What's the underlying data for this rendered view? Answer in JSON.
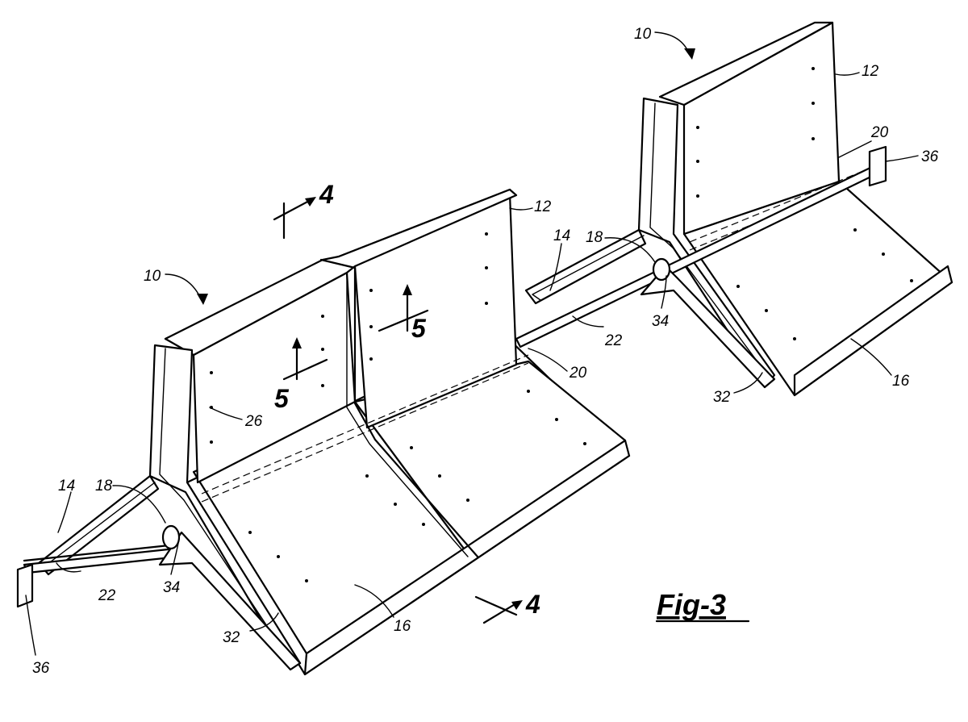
{
  "figure_label": "Fig-3",
  "section_markers": {
    "section_4_top": "4",
    "section_4_bottom": "4",
    "section_5_left": "5",
    "section_5_right": "5"
  },
  "reference_numerals": {
    "wall_assembly_left": "10",
    "wall_assembly_right": "10",
    "wall_panel_center": "12",
    "wall_panel_right": "12",
    "leg_left": "14",
    "leg_right": "14",
    "base_center": "16",
    "base_right": "16",
    "pivot_left": "18",
    "pivot_right": "18",
    "joint_center": "20",
    "joint_right": "20",
    "tie_rod_left": "22",
    "tie_rod_right": "22",
    "face_inserts": "26",
    "edge_left": "32",
    "edge_right": "32",
    "ring_left": "34",
    "ring_right": "34",
    "anchor_left": "36",
    "anchor_right": "36"
  }
}
